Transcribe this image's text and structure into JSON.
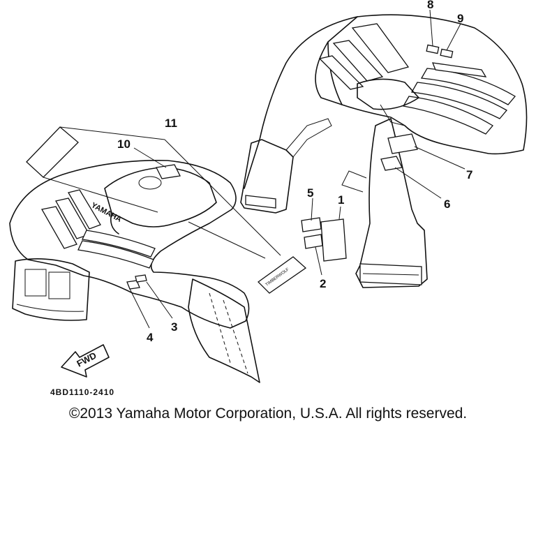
{
  "diagram": {
    "callouts": [
      "1",
      "2",
      "3",
      "4",
      "5",
      "6",
      "7",
      "8",
      "9",
      "10",
      "11"
    ],
    "brand_text": "YAMAHA",
    "decal_text": "TIMBERWOLF",
    "direction_label": "FWD",
    "drawing_code": "4BD1110-2410"
  },
  "footer": {
    "copyright": "©2013 Yamaha Motor Corporation, U.S.A. All rights reserved."
  }
}
